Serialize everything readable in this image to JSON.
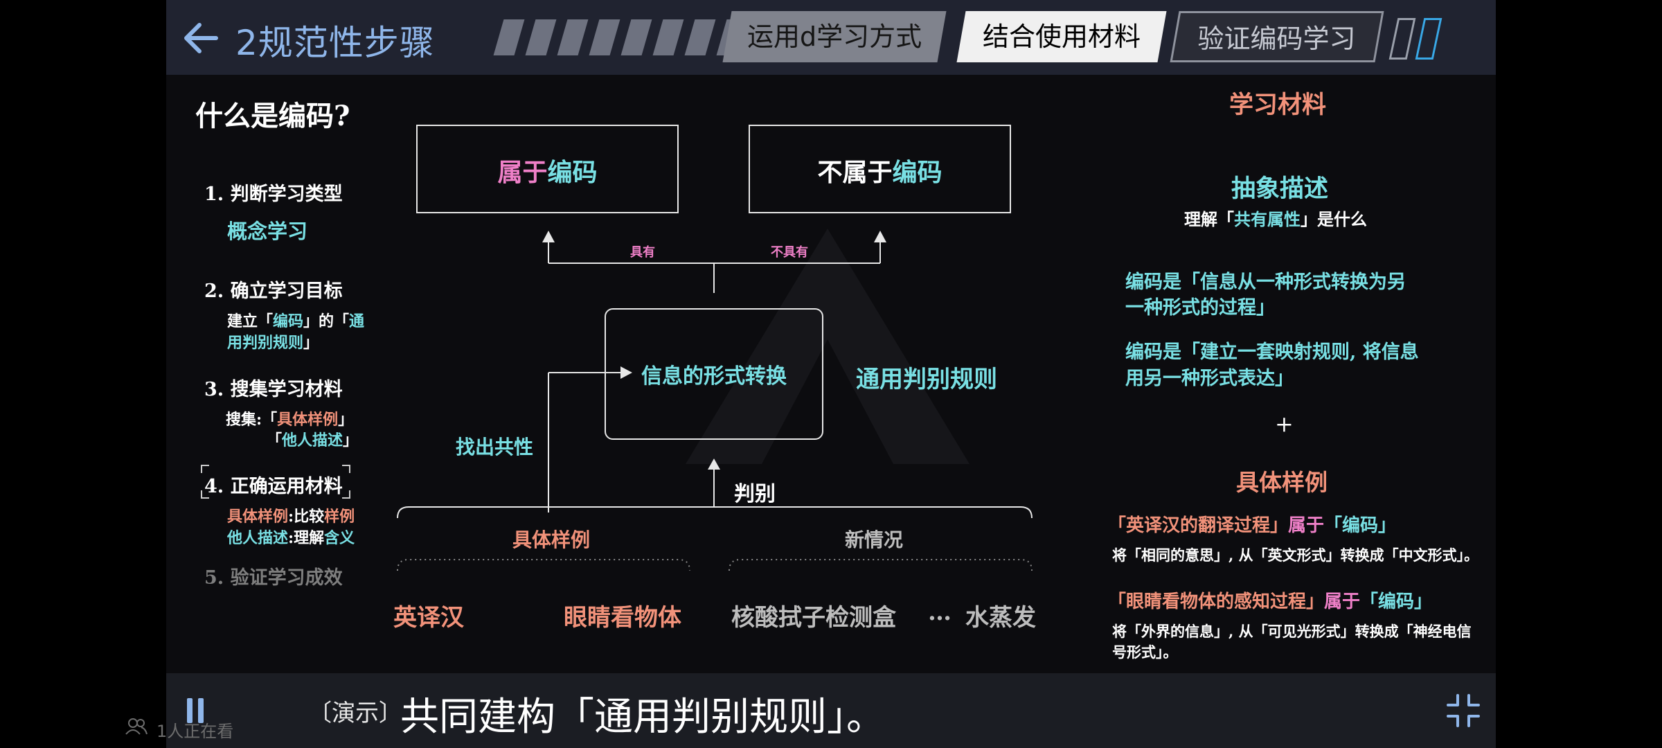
{
  "header": {
    "title": "2规范性步骤",
    "tabs": [
      "运用d学习方式",
      "结合使用材料",
      "验证编码学习"
    ]
  },
  "left": {
    "heading": "什么是编码?",
    "step1": "1. 判断学习类型",
    "step1_sub": "概念学习",
    "step2": "2. 确立学习目标",
    "step2_sub_a": "建立「",
    "step2_sub_b": "编码",
    "step2_sub_c": "」的「",
    "step2_sub_d": "通",
    "step2_sub_e": "用判别规则",
    "step2_sub_f": "」",
    "step3": "3. 搜集学习材料",
    "step3_sub_a": "搜集:「",
    "step3_sub_b": "具体样例",
    "step3_sub_c": "」",
    "step3_sub2_a": "「",
    "step3_sub2_b": "他人描述",
    "step3_sub2_c": "」",
    "step4": "4. 正确运用材料",
    "step4_sub_a": "具体样例",
    "step4_sub_b": ":比较",
    "step4_sub_c": "样例",
    "step4_sub2_a": "他人描述",
    "step4_sub2_b": ":理解",
    "step4_sub2_c": "含义",
    "step5": "5. 验证学习成效"
  },
  "diagram": {
    "box_belongs_a": "属于",
    "box_belongs_b": "编码",
    "box_not_a": "不属于",
    "box_not_b": "编码",
    "has": "具有",
    "has_not": "不具有",
    "center_box": "信息的形式转换",
    "rule_label": "通用判别规则",
    "find_common": "找出共性",
    "judge": "判别",
    "examples_label": "具体样例",
    "new_label": "新情况",
    "ex1": "英译汉",
    "ex2": "眼睛看物体",
    "new1": "核酸拭子检测盒",
    "ellipsis": "…",
    "new2": "水蒸发"
  },
  "right": {
    "heading": "学习材料",
    "abstract": "抽象描述",
    "abstract_sub_a": "理解「",
    "abstract_sub_b": "共有属性",
    "abstract_sub_c": "」是什么",
    "def1_l1": "编码是「信息从一种形式转换为另",
    "def1_l2": "一种形式的过程」",
    "def2_l1": "编码是「建立一套映射规则, 将信息",
    "def2_l2": "用另一种形式表达」",
    "plus": "+",
    "examples": "具体样例",
    "ex1_a": "「英译汉的翻译过程」",
    "ex1_b": "属于",
    "ex1_c": "「编码」",
    "ex1_desc": "将「相同的意思」, 从「英文形式」转换成「中文形式」。",
    "ex2_a": "「眼睛看物体的感知过程」",
    "ex2_b": "属于",
    "ex2_c": "「编码」",
    "ex2_desc_l1": "将「外界的信息」, 从「可见光形式」转换成「神经电信",
    "ex2_desc_l2": "号形式」。"
  },
  "footer": {
    "caption_tag": "〔演示〕",
    "caption": "共同建构「通用判别规则」。",
    "viewers": "1人正在看"
  },
  "colors": {
    "accent_cyan": "#79e0e4",
    "accent_orange": "#f2927a",
    "accent_pink": "#ef80c8",
    "title_blue": "#8fb6ea"
  }
}
